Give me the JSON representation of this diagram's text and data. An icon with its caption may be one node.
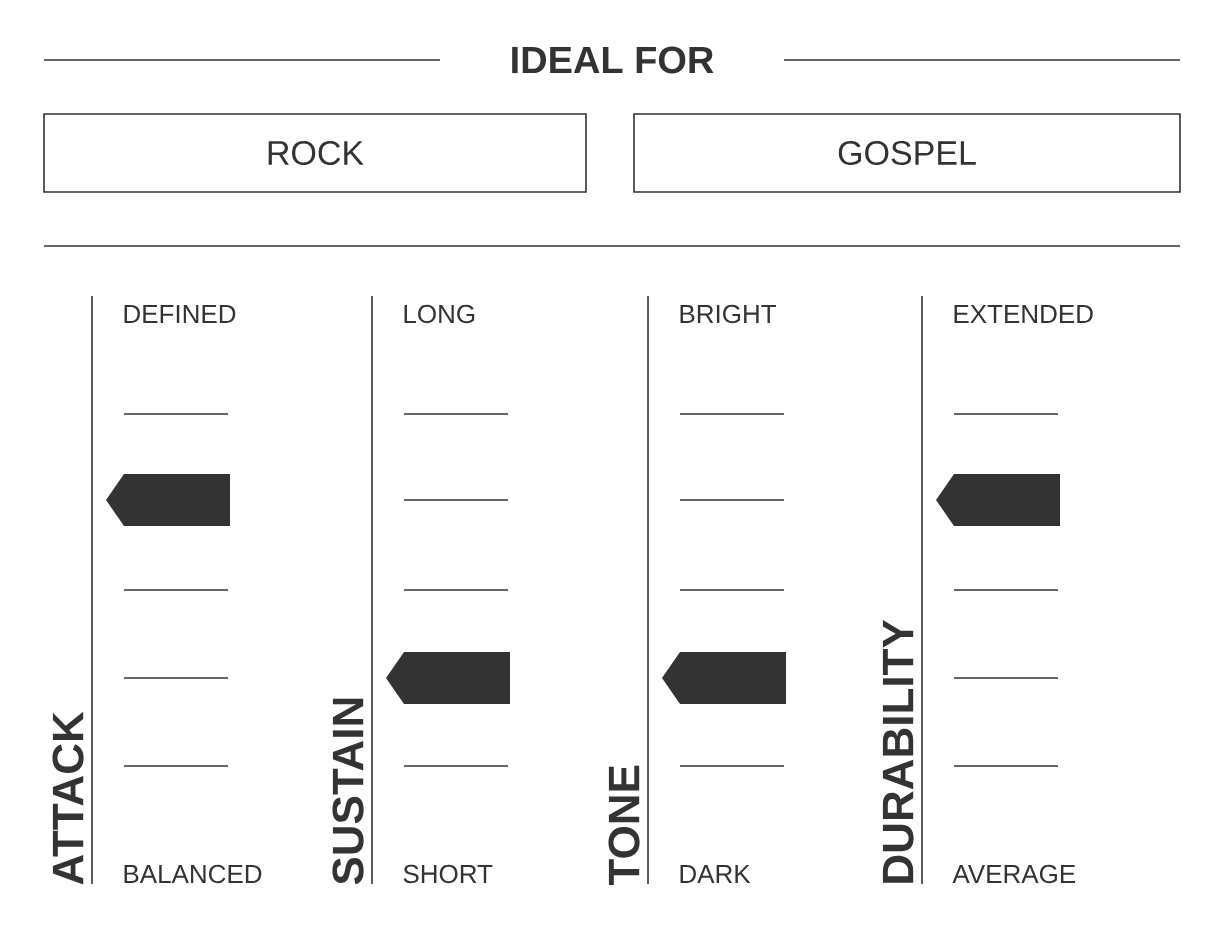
{
  "diagram": {
    "title": "IDEAL FOR",
    "nodes": [
      {
        "text": [
          "ROCK"
        ]
      },
      {
        "text": [
          "GOSPEL"
        ]
      }
    ],
    "labels": [
      "DEFINED",
      "BALANCED",
      "ATTACK",
      "LONG",
      "SHORT",
      "SUSTAIN",
      "BRIGHT",
      "DARK",
      "TONE",
      "EXTENDED",
      "AVERAGE",
      "DURABILITY"
    ]
  }
}
